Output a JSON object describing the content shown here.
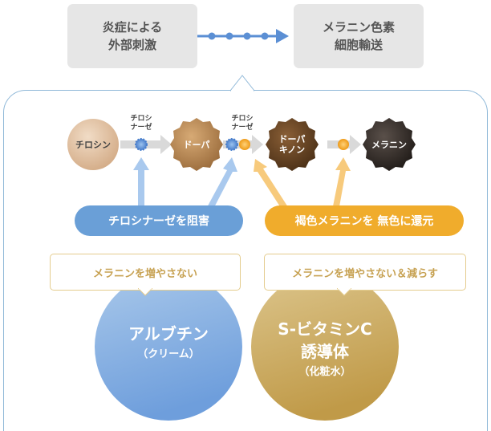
{
  "top": {
    "left_box": "炎症による\n外部刺激",
    "right_box": "メラニン色素\n細胞輸送"
  },
  "pathway": {
    "nodes": [
      {
        "label": "チロシン",
        "color": "#e3c3a6"
      },
      {
        "label": "ドーパ",
        "color": "#b88752"
      },
      {
        "label": "ドーパ\nキノン",
        "color": "#5e3e20"
      },
      {
        "label": "メラニン",
        "color": "#2f2823"
      }
    ],
    "enzyme_1": "チロシ\nナーゼ",
    "enzyme_2": "チロシ\nナーゼ"
  },
  "left_side": {
    "pill": "チロシナーゼを阻害",
    "pill_color": "#6a9fd7",
    "callout": "メラニンを増やさない",
    "circle_line1": "アルブチン",
    "circle_line2": "（クリーム）"
  },
  "right_side": {
    "pill": "褐色メラニンを 無色に還元",
    "pill_color": "#f0ac2c",
    "callout": "メラニンを増やさない＆減らす",
    "circle_line1": "S-ビタミンC",
    "circle_line2": "誘導体",
    "circle_line3": "（化粧水）"
  }
}
